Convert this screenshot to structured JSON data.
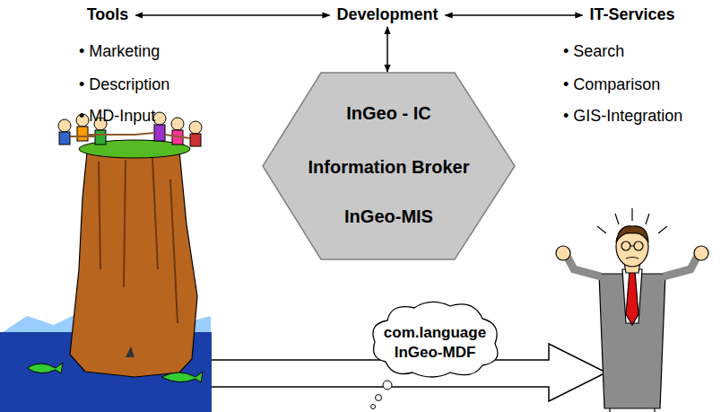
{
  "diagram": {
    "nodes": [
      {
        "text": [
          "Tools",
          "• Marketing",
          "• Description",
          "• MD-Input"
        ]
      },
      {
        "text": [
          "Development"
        ]
      },
      {
        "text": [
          "IT-Services",
          "• Search",
          "• Comparison",
          "• GIS-Integration"
        ]
      },
      {
        "text": [
          "InGeo - IC",
          "Information Broker",
          "InGeo-MIS"
        ]
      },
      {
        "text": [
          "com.language",
          "InGeo-MDF"
        ]
      }
    ],
    "edges": [
      {
        "from": 0,
        "to": 1,
        "arrow": "both"
      },
      {
        "from": 1,
        "to": 2,
        "arrow": "both"
      },
      {
        "from": 1,
        "to": 3,
        "arrow": "both"
      }
    ]
  }
}
